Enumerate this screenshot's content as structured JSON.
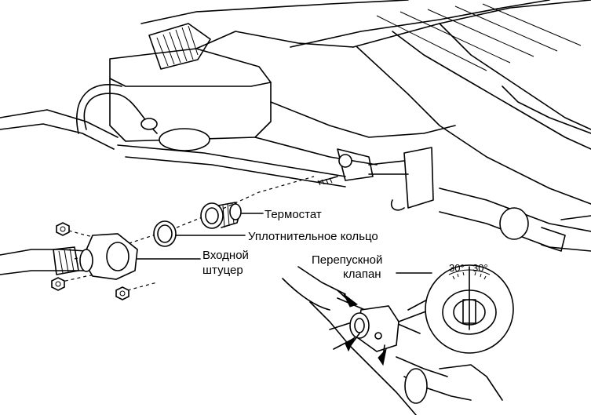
{
  "labels": {
    "thermostat": "Термостат",
    "seal_ring": "Уплотнительное кольцо",
    "inlet_line1": "Входной",
    "inlet_line2": "штуцер",
    "bypass_line1": "Перепускной",
    "bypass_line2": "клапан",
    "angle_left": "30°",
    "angle_right": "30°"
  }
}
